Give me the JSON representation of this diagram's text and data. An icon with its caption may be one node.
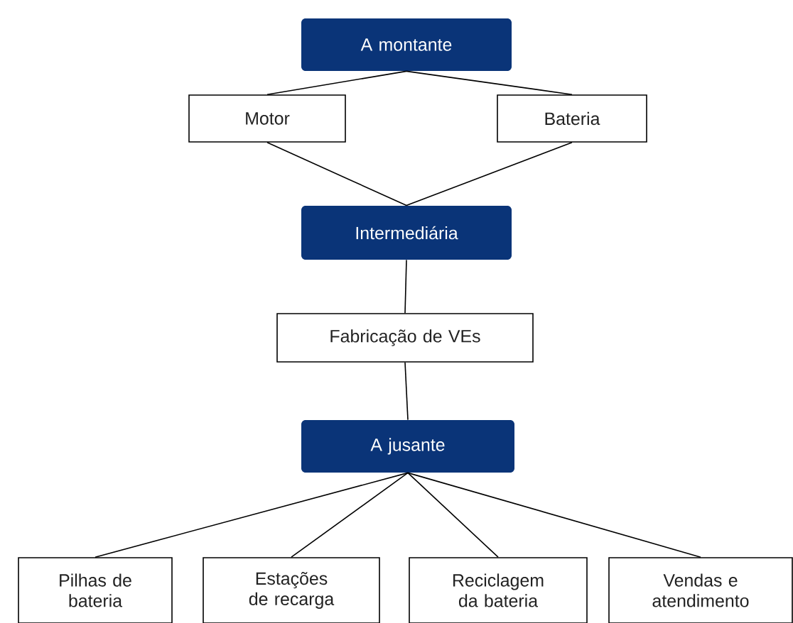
{
  "diagram": {
    "nodes": [
      {
        "text": [
          "A montante"
        ]
      },
      {
        "text": [
          "Motor"
        ]
      },
      {
        "text": [
          "Bateria"
        ]
      },
      {
        "text": [
          "Intermediária"
        ]
      },
      {
        "text": [
          "Fabricação de VEs"
        ]
      },
      {
        "text": [
          "A jusante"
        ]
      },
      {
        "text": [
          "Pilhas de bateria"
        ]
      },
      {
        "text": [
          "Estações de recarga"
        ]
      },
      {
        "text": [
          "Reciclagem da bateria"
        ]
      },
      {
        "text": [
          "Vendas e atendimento"
        ]
      }
    ],
    "edges": [
      {
        "from": 0,
        "to": 1,
        "arrow": "none"
      },
      {
        "from": 0,
        "to": 2,
        "arrow": "none"
      },
      {
        "from": 1,
        "to": 3,
        "arrow": "none"
      },
      {
        "from": 2,
        "to": 3,
        "arrow": "none"
      },
      {
        "from": 3,
        "to": 4,
        "arrow": "none"
      },
      {
        "from": 4,
        "to": 5,
        "arrow": "none"
      },
      {
        "from": 5,
        "to": 6,
        "arrow": "none"
      },
      {
        "from": 5,
        "to": 7,
        "arrow": "none"
      },
      {
        "from": 5,
        "to": 8,
        "arrow": "none"
      },
      {
        "from": 5,
        "to": 9,
        "arrow": "none"
      }
    ]
  }
}
